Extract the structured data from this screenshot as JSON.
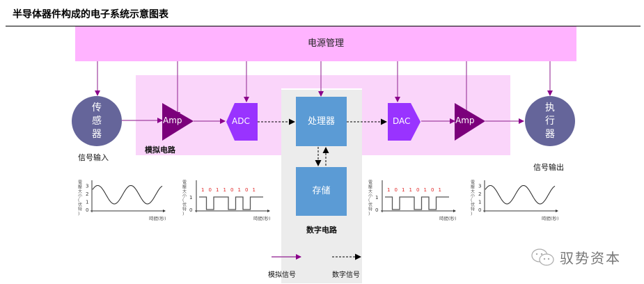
{
  "title": "半导体器件构成的电子系统示意图表",
  "power": {
    "label": "电源管理"
  },
  "zones": {
    "analog": "模拟电路",
    "digital": "数字电路"
  },
  "sensor": {
    "chars": [
      "传",
      "感",
      "器"
    ],
    "caption": "信号输入"
  },
  "actuator": {
    "chars": [
      "执",
      "行",
      "器"
    ],
    "caption": "信号输出"
  },
  "components": {
    "amp_in": "Amp",
    "adc": "ADC",
    "processor": "处理器",
    "memory": "存储",
    "dac": "DAC",
    "amp_out": "Amp"
  },
  "waveforms": {
    "y_label_chars": [
      "電",
      "壓",
      "大",
      "小",
      "(",
      "伏",
      "特",
      ")"
    ],
    "x_label": "時間(秒)",
    "analog_ticks": [
      "0",
      "1",
      "2",
      "3"
    ],
    "digital_ticks": [
      "0",
      "1"
    ],
    "bits": [
      "1",
      "0",
      "1",
      "1",
      "0",
      "1",
      "0",
      "1"
    ]
  },
  "legend": {
    "analog": "模拟信号",
    "digital": "数字信号"
  },
  "colors": {
    "power": "#ffb3ff",
    "analog_zone": "#fad5fa",
    "digital_zone": "#ececec",
    "amp": "#7b007b",
    "converter": "#9933ff",
    "block": "#5b9bd5",
    "node": "#65659a",
    "wire": "#a040a0",
    "bit": "#e02020"
  },
  "watermark": "驭势资本"
}
